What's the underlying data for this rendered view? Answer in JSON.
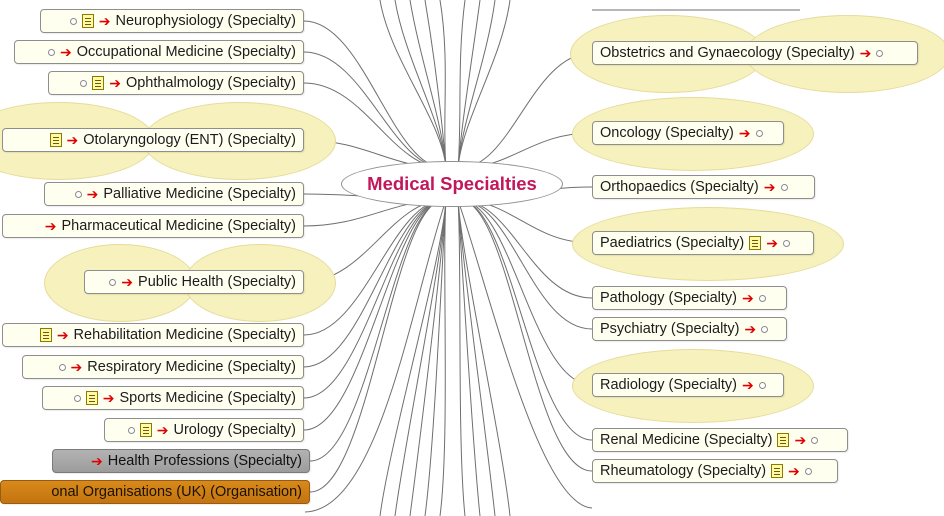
{
  "central_topic": "Medical Specialties",
  "left_nodes": [
    {
      "label": "Neurophysiology (Specialty)",
      "knob": true,
      "note": true,
      "arrow": true,
      "style": "topic",
      "blob": false
    },
    {
      "label": "Occupational Medicine (Specialty)",
      "knob": true,
      "note": false,
      "arrow": true,
      "style": "topic",
      "blob": false
    },
    {
      "label": "Ophthalmology (Specialty)",
      "knob": true,
      "note": true,
      "arrow": true,
      "style": "topic",
      "blob": false
    },
    {
      "label": "Otolaryngology (ENT) (Specialty)",
      "knob": false,
      "note": true,
      "arrow": true,
      "style": "topic",
      "blob": true
    },
    {
      "label": "Palliative Medicine (Specialty)",
      "knob": true,
      "note": false,
      "arrow": true,
      "style": "topic",
      "blob": false
    },
    {
      "label": "Pharmaceutical Medicine (Specialty)",
      "knob": false,
      "note": false,
      "arrow": true,
      "style": "topic",
      "blob": false
    },
    {
      "label": "Public Health (Specialty)",
      "knob": true,
      "note": false,
      "arrow": true,
      "style": "topic",
      "blob": true
    },
    {
      "label": "Rehabilitation Medicine (Specialty)",
      "knob": false,
      "note": true,
      "arrow": true,
      "style": "topic",
      "blob": false
    },
    {
      "label": "Respiratory Medicine (Specialty)",
      "knob": true,
      "note": false,
      "arrow": true,
      "style": "topic",
      "blob": false
    },
    {
      "label": "Sports Medicine (Specialty)",
      "knob": true,
      "note": true,
      "arrow": true,
      "style": "topic",
      "blob": false
    },
    {
      "label": "Urology (Specialty)",
      "knob": true,
      "note": true,
      "arrow": true,
      "style": "topic",
      "blob": false
    },
    {
      "label": "Health Professions (Specialty)",
      "knob": false,
      "note": false,
      "arrow": true,
      "style": "grey",
      "blob": false
    },
    {
      "label": "onal Organisations (UK) (Organisation)",
      "knob": false,
      "note": false,
      "arrow": false,
      "style": "orange",
      "blob": false
    }
  ],
  "right_nodes": [
    {
      "label": "Obstetrics and Gynaecology (Specialty)",
      "note": false,
      "arrow": true,
      "knob": true,
      "blob": true
    },
    {
      "label": "Oncology (Specialty)",
      "note": false,
      "arrow": true,
      "knob": true,
      "blob": true
    },
    {
      "label": "Orthopaedics (Specialty)",
      "note": false,
      "arrow": true,
      "knob": true,
      "blob": false
    },
    {
      "label": "Paediatrics (Specialty)",
      "note": true,
      "arrow": true,
      "knob": true,
      "blob": true
    },
    {
      "label": "Pathology (Specialty)",
      "note": false,
      "arrow": true,
      "knob": true,
      "blob": false
    },
    {
      "label": "Psychiatry (Specialty)",
      "note": false,
      "arrow": true,
      "knob": true,
      "blob": false
    },
    {
      "label": "Radiology (Specialty)",
      "note": false,
      "arrow": true,
      "knob": true,
      "blob": true
    },
    {
      "label": "Renal Medicine (Specialty)",
      "note": true,
      "arrow": true,
      "knob": true,
      "blob": false
    },
    {
      "label": "Rheumatology (Specialty)",
      "note": true,
      "arrow": true,
      "knob": true,
      "blob": false
    }
  ],
  "icons": {
    "note": "note-icon",
    "link_arrow": "red-arrow-icon",
    "collapse": "collapse-knob-icon"
  },
  "colors": {
    "central_text": "#c2185b",
    "blob": "#f6f1bd",
    "arrow": "#e00000",
    "grey_node": "#a6a6a6",
    "orange_node": "#c97a14"
  }
}
